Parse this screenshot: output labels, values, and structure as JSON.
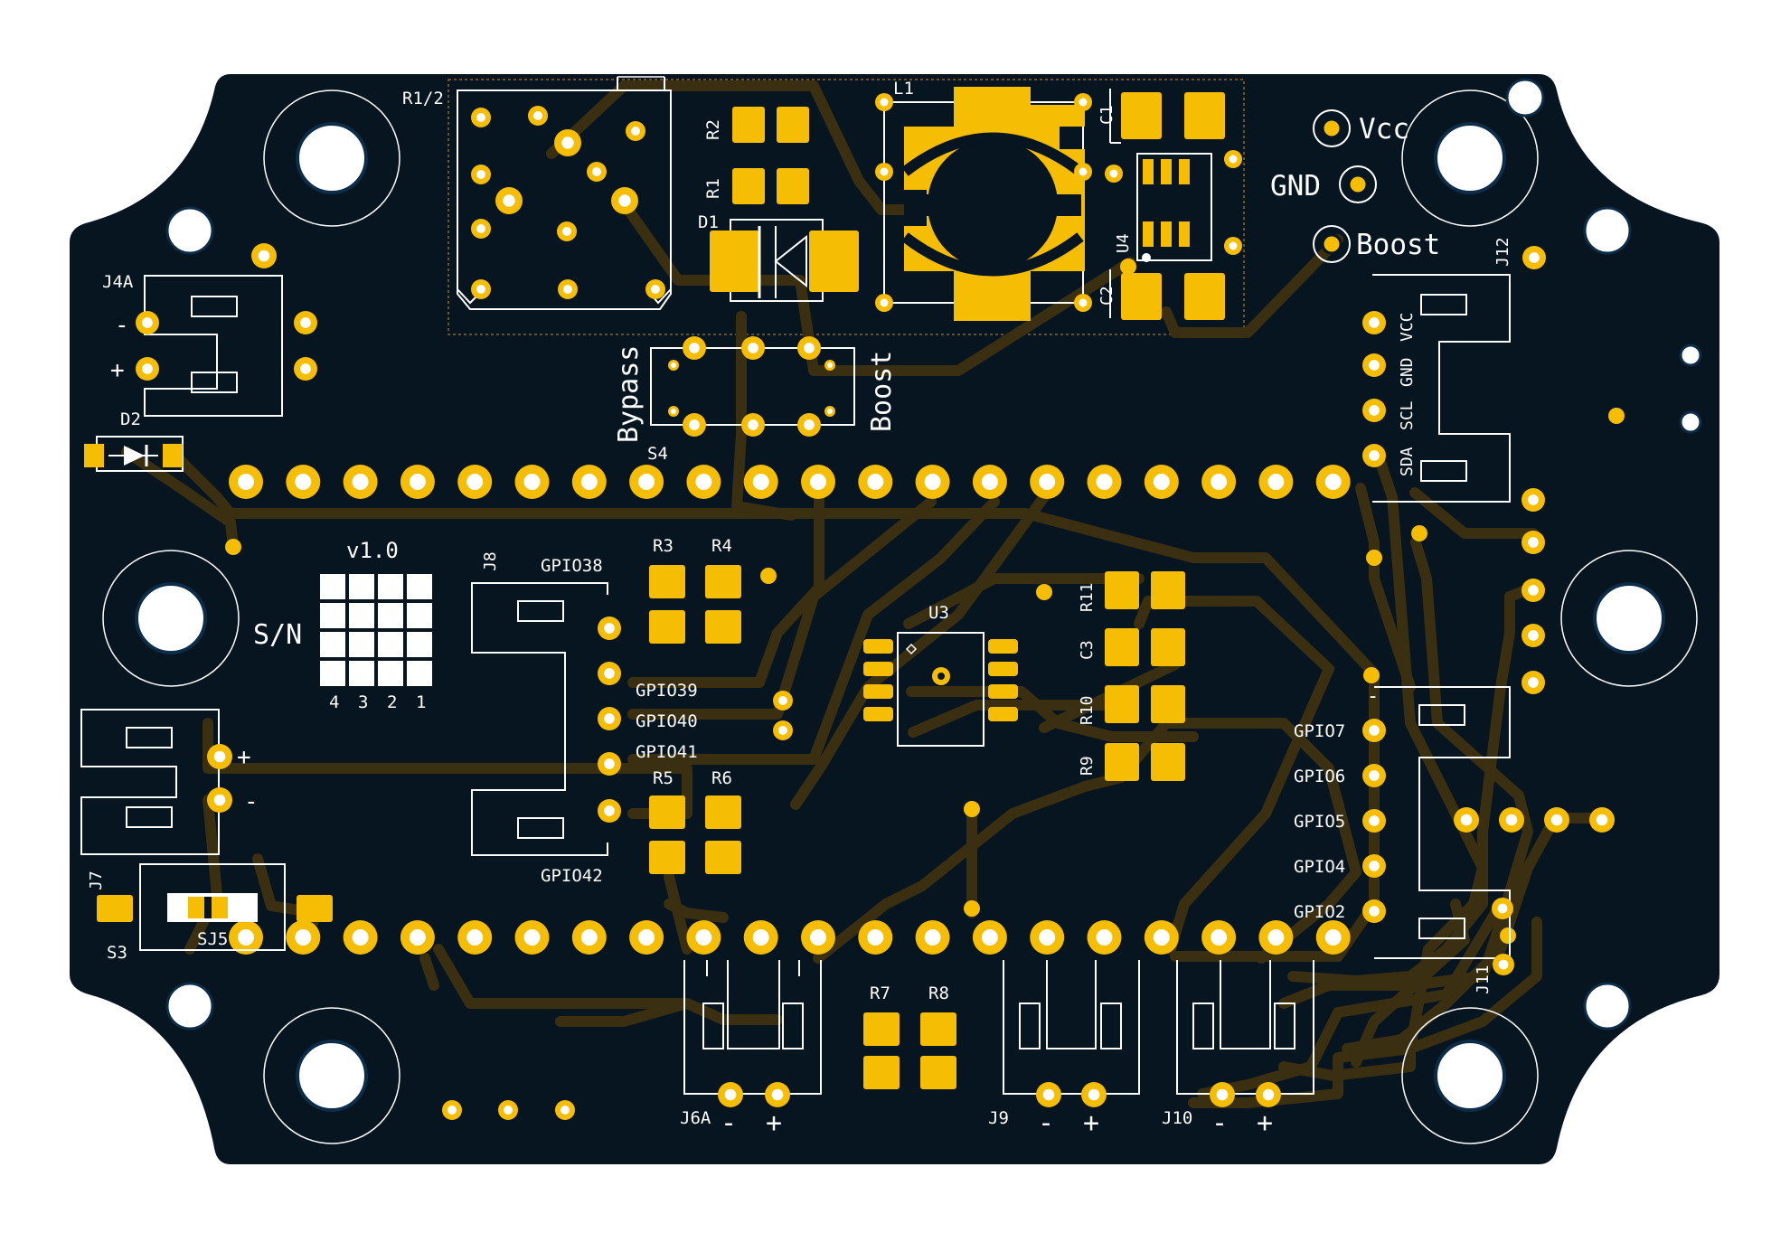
{
  "board": {
    "colors": {
      "background": "#ffffff",
      "board": "#071520",
      "copper": "#f6bd05",
      "trace": "#3b2f12",
      "silk": "#ffffff"
    },
    "version": "v1.0",
    "serial_label": "S/N",
    "serial_digits": [
      "4",
      "3",
      "2",
      "1"
    ],
    "silk": {
      "r12": "R1/2",
      "r2": "R2",
      "r1": "R1",
      "d1": "D1",
      "l1": "L1",
      "c1": "C1",
      "c2": "C2",
      "u4": "U4",
      "vcc": "Vcc",
      "gnd": "GND",
      "boost": "Boost",
      "j12": "J12",
      "j4a": "J4A",
      "d2": "D2",
      "minus": "-",
      "plus": "+",
      "bypass": "Bypass",
      "boost_sw": "Boost",
      "s4": "S4",
      "i2c_labels": [
        "VCC",
        "GND",
        "SCL",
        "SDA"
      ],
      "j8": "J8",
      "r3": "R3",
      "r4": "R4",
      "r5": "R5",
      "r6": "R6",
      "r7": "R7",
      "r8": "R8",
      "r9": "R9",
      "r10": "R10",
      "r11": "R11",
      "c3": "C3",
      "u3": "U3",
      "gpio38": "GPIO38",
      "gpio39": "GPIO39",
      "gpio40": "GPIO40",
      "gpio41": "GPIO41",
      "gpio42": "GPIO42",
      "gpio7": "GPIO7",
      "gpio6": "GPIO6",
      "gpio5": "GPIO5",
      "gpio4": "GPIO4",
      "gpio2": "GPIO2",
      "j7": "J7",
      "s3": "S3",
      "sj5": "SJ5",
      "j6a": "J6A",
      "j9": "J9",
      "j10": "J10",
      "j11": "J11"
    }
  }
}
